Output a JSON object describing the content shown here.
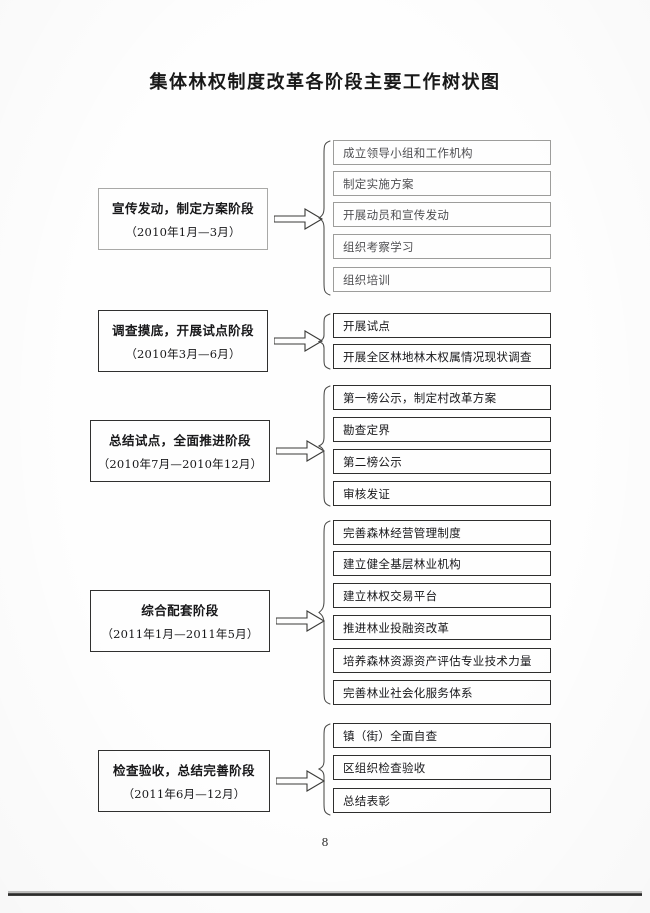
{
  "document": {
    "title": "集体林权制度改革各阶段主要工作树状图",
    "page_number": "8"
  },
  "stages": [
    {
      "name": "宣传发动，制定方案阶段",
      "period": "（2010年1月—3月）",
      "arrow": "right-arrow-icon",
      "brace": "curly-brace-icon",
      "items": [
        "成立领导小组和工作机构",
        "制定实施方案",
        "开展动员和宣传发动",
        "组织考察学习",
        "组织培训"
      ]
    },
    {
      "name": "调查摸底，开展试点阶段",
      "period": "（2010年3月—6月）",
      "arrow": "right-arrow-icon",
      "brace": "curly-brace-icon",
      "items": [
        "开展试点",
        "开展全区林地林木权属情况现状调查"
      ]
    },
    {
      "name": "总结试点，全面推进阶段",
      "period": "（2010年7月—2010年12月）",
      "arrow": "right-arrow-icon",
      "brace": "curly-brace-icon",
      "items": [
        "第一榜公示，制定村改革方案",
        "勘查定界",
        "第二榜公示",
        "审核发证"
      ]
    },
    {
      "name": "综合配套阶段",
      "period": "（2011年1月—2011年5月）",
      "arrow": "right-arrow-icon",
      "brace": "curly-brace-icon",
      "items": [
        "完善森林经营管理制度",
        "建立健全基层林业机构",
        "建立林权交易平台",
        "推进林业投融资改革",
        "培养森林资源资产评估专业技术力量",
        "完善林业社会化服务体系"
      ]
    },
    {
      "name": "检查验收，总结完善阶段",
      "period": "（2011年6月—12月）",
      "arrow": "right-arrow-icon",
      "brace": "curly-brace-icon",
      "items": [
        "镇（街）全面自查",
        "区组织检查验收",
        "总结表彰"
      ]
    }
  ],
  "colors": {
    "ink": "#18181a",
    "border": "#2e2e2d",
    "faint_border": "#a9a9a7",
    "paper": "#fefefe"
  }
}
